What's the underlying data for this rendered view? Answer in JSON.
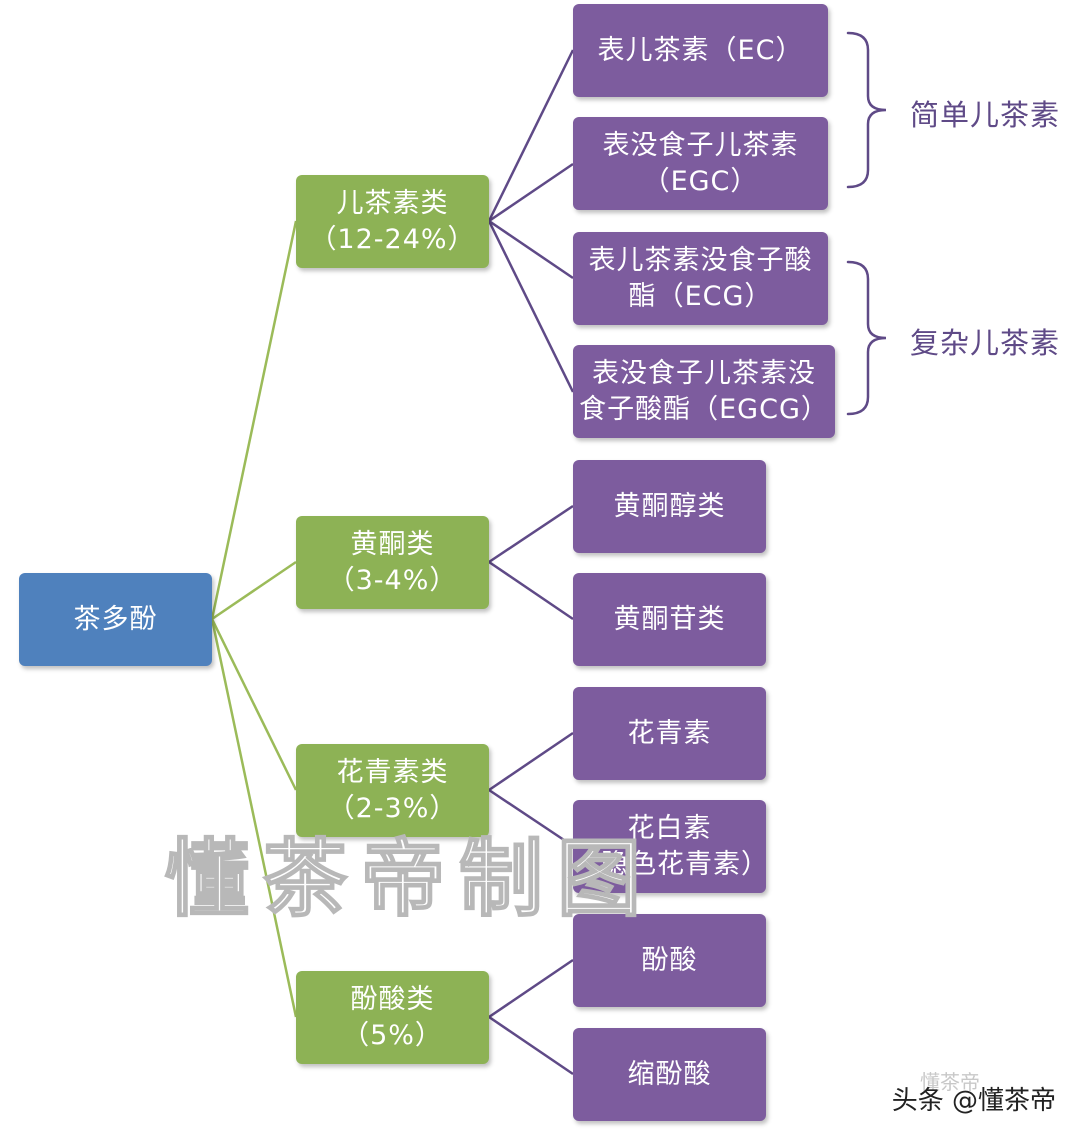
{
  "root": {
    "label": "茶多酚"
  },
  "categories": [
    {
      "name": "儿茶素类",
      "percent": "（12-24%）"
    },
    {
      "name": "黄酮类",
      "percent": "（3-4%）"
    },
    {
      "name": "花青素类",
      "percent": "（2-3%）"
    },
    {
      "name": "酚酸类",
      "percent": "（5%）"
    }
  ],
  "leaves": [
    {
      "line1": "表儿茶素（EC）",
      "line2": ""
    },
    {
      "line1": "表没食子儿茶素",
      "line2": "（EGC）"
    },
    {
      "line1": "表儿茶素没食子酸",
      "line2": "酯（ECG）"
    },
    {
      "line1": "表没食子儿茶素没",
      "line2": "食子酸酯（EGCG）"
    },
    {
      "line1": "黄酮醇类",
      "line2": ""
    },
    {
      "line1": "黄酮苷类",
      "line2": ""
    },
    {
      "line1": "花青素",
      "line2": ""
    },
    {
      "line1": "花白素",
      "line2": "（隐色花青素）"
    },
    {
      "line1": "酚酸",
      "line2": ""
    },
    {
      "line1": "缩酚酸",
      "line2": ""
    }
  ],
  "groups": [
    {
      "label": "简单儿茶素"
    },
    {
      "label": "复杂儿茶素"
    }
  ],
  "watermark": "懂茶帝制图",
  "faint_mark": "懂茶帝",
  "footer": "头条 @懂茶帝",
  "colors": {
    "root": "#4f81bd",
    "category": "#8db255",
    "leaf": "#7d5c9e",
    "green_line": "#9bbb59",
    "purple_line": "#5f4a87"
  }
}
